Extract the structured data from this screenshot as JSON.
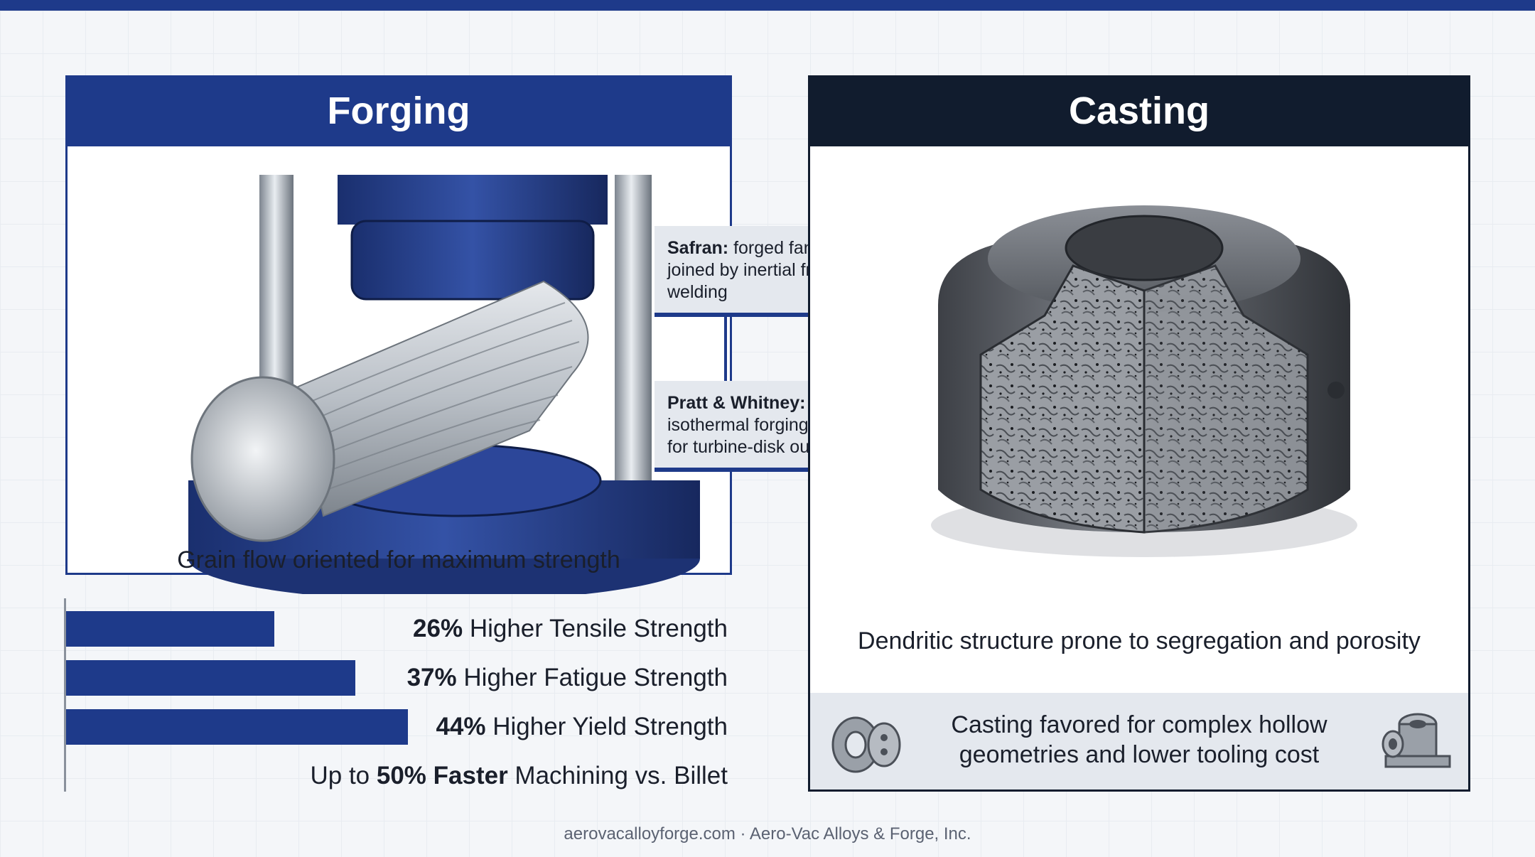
{
  "forging": {
    "title": "Forging",
    "caption": "Grain flow oriented for maximum strength",
    "stats": [
      {
        "value": "26%",
        "label": "Higher Tensile Strength",
        "percent": 26
      },
      {
        "value": "37%",
        "label": "Higher Fatigue Strength",
        "percent": 37
      },
      {
        "value": "44%",
        "label": "Higher Yield Strength",
        "percent": 44
      }
    ],
    "machining": {
      "prefix": "Up to ",
      "bold": "50% Faster",
      "suffix": " Machining vs. Billet"
    }
  },
  "callouts": [
    {
      "bold": "Safran:",
      "text": " forged fan disks joined by inertial friction welding"
    },
    {
      "bold": "Pratt & Whitney:",
      "text": "isothermal forging press for turbine-disk output"
    }
  ],
  "casting": {
    "title": "Casting",
    "caption": "Dendritic structure prone to segregation and porosity",
    "note": "Casting favored for complex hollow geometries and lower tooling cost"
  },
  "footer": "aerovacalloyforge.com · Aero-Vac Alloys & Forge, Inc.",
  "colors": {
    "forging_header": "#1e3a8a",
    "casting_header": "#111c2e",
    "accent": "#1e3a8a"
  }
}
